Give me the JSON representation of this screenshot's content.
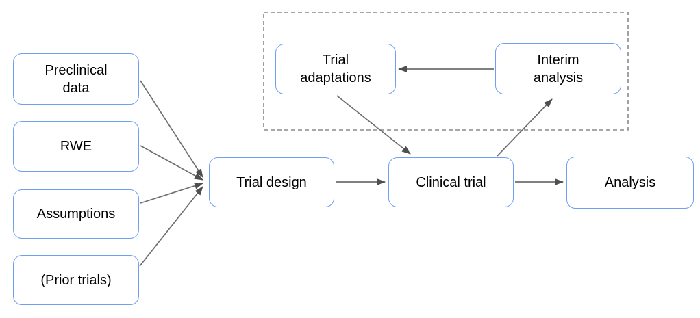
{
  "diagram": {
    "background": "#ffffff",
    "nodes": [
      {
        "id": "preclinical-data",
        "label": "Preclinical\ndata"
      },
      {
        "id": "rwe",
        "label": "RWE"
      },
      {
        "id": "assumptions",
        "label": "Assumptions"
      },
      {
        "id": "prior-trials",
        "label": "(Prior trials)"
      },
      {
        "id": "trial-design",
        "label": "Trial design"
      },
      {
        "id": "clinical-trial",
        "label": "Clinical trial"
      },
      {
        "id": "analysis",
        "label": "Analysis"
      },
      {
        "id": "trial-adaptations",
        "label": "Trial\nadaptations"
      },
      {
        "id": "interim-analysis",
        "label": "Interim\nanalysis"
      }
    ],
    "edges": [
      {
        "from": "preclinical-data",
        "to": "trial-design"
      },
      {
        "from": "rwe",
        "to": "trial-design"
      },
      {
        "from": "assumptions",
        "to": "trial-design"
      },
      {
        "from": "prior-trials",
        "to": "trial-design"
      },
      {
        "from": "trial-design",
        "to": "clinical-trial"
      },
      {
        "from": "clinical-trial",
        "to": "analysis"
      },
      {
        "from": "interim-analysis",
        "to": "trial-adaptations"
      },
      {
        "from": "trial-adaptations",
        "to": "clinical-trial"
      },
      {
        "from": "clinical-trial",
        "to": "interim-analysis"
      }
    ],
    "groups": [
      {
        "id": "adaptive-loop",
        "style": "dashed",
        "members": [
          "trial-adaptations",
          "interim-analysis"
        ]
      }
    ],
    "colors": {
      "node_border": "#6FA0F2",
      "node_fill": "#ffffff",
      "node_text": "#000000",
      "arrow_line": "#6e6e6e",
      "arrow_head": "#4f4f4f",
      "group_border": "#8a8a8a"
    }
  }
}
